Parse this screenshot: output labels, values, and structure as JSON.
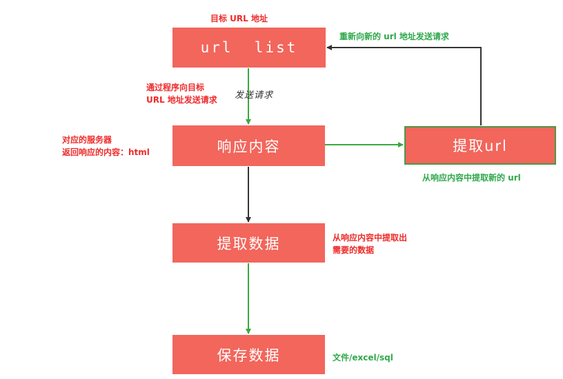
{
  "nodes": {
    "url_list": "url  list",
    "response": "响应内容",
    "extract_url": "提取url",
    "extract_data": "提取数据",
    "save_data": "保存数据"
  },
  "notes": {
    "target_url": "目标 URL 地址",
    "resend": "重新向新的 url 地址发送请求",
    "program_line1": "通过程序向目标",
    "program_line2": "URL 地址发送请求",
    "send_request": "发送请求",
    "server_line1": "对应的服务器",
    "server_line2": "返回响应的内容：html",
    "extract_new_url": "从响应内容中提取新的 url",
    "extract_need_line1": "从响应内容中提取出",
    "extract_need_line2": "需要的数据",
    "storage": "文件/excel/sql"
  },
  "colors": {
    "node_fill": "#f2665c",
    "node_text": "#ffffff",
    "red_text": "#ee2a2a",
    "green_text": "#2ea84a",
    "green_arrow": "#3aa83f",
    "dark_arrow": "#333333",
    "node_border": "#4a9a45"
  }
}
